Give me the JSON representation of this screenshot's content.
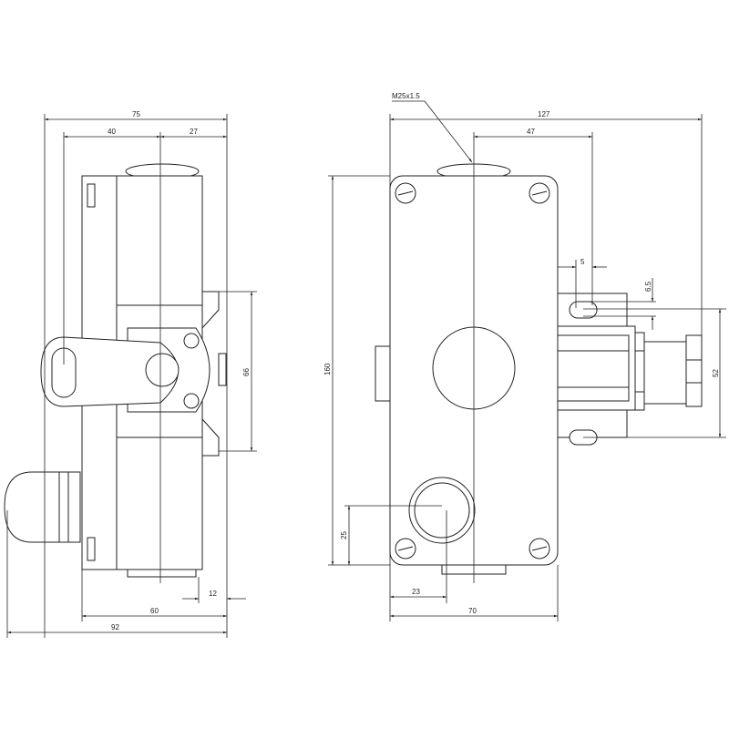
{
  "side_view": {
    "dims": {
      "overall_depth": "75",
      "lever_offset": "40",
      "rear_offset": "27",
      "flange_height": "66",
      "flange_depth": "12",
      "body_depth": "60",
      "total_depth": "92"
    }
  },
  "front_view": {
    "thread_label": "M25x1.5",
    "dims": {
      "overall_width": "127",
      "center_offset": "47",
      "slot_width": "5",
      "slot_height": "6.5",
      "slot_pitch": "52",
      "height": "160",
      "gland_height": "25",
      "gland_offset": "23",
      "body_width": "70"
    }
  }
}
